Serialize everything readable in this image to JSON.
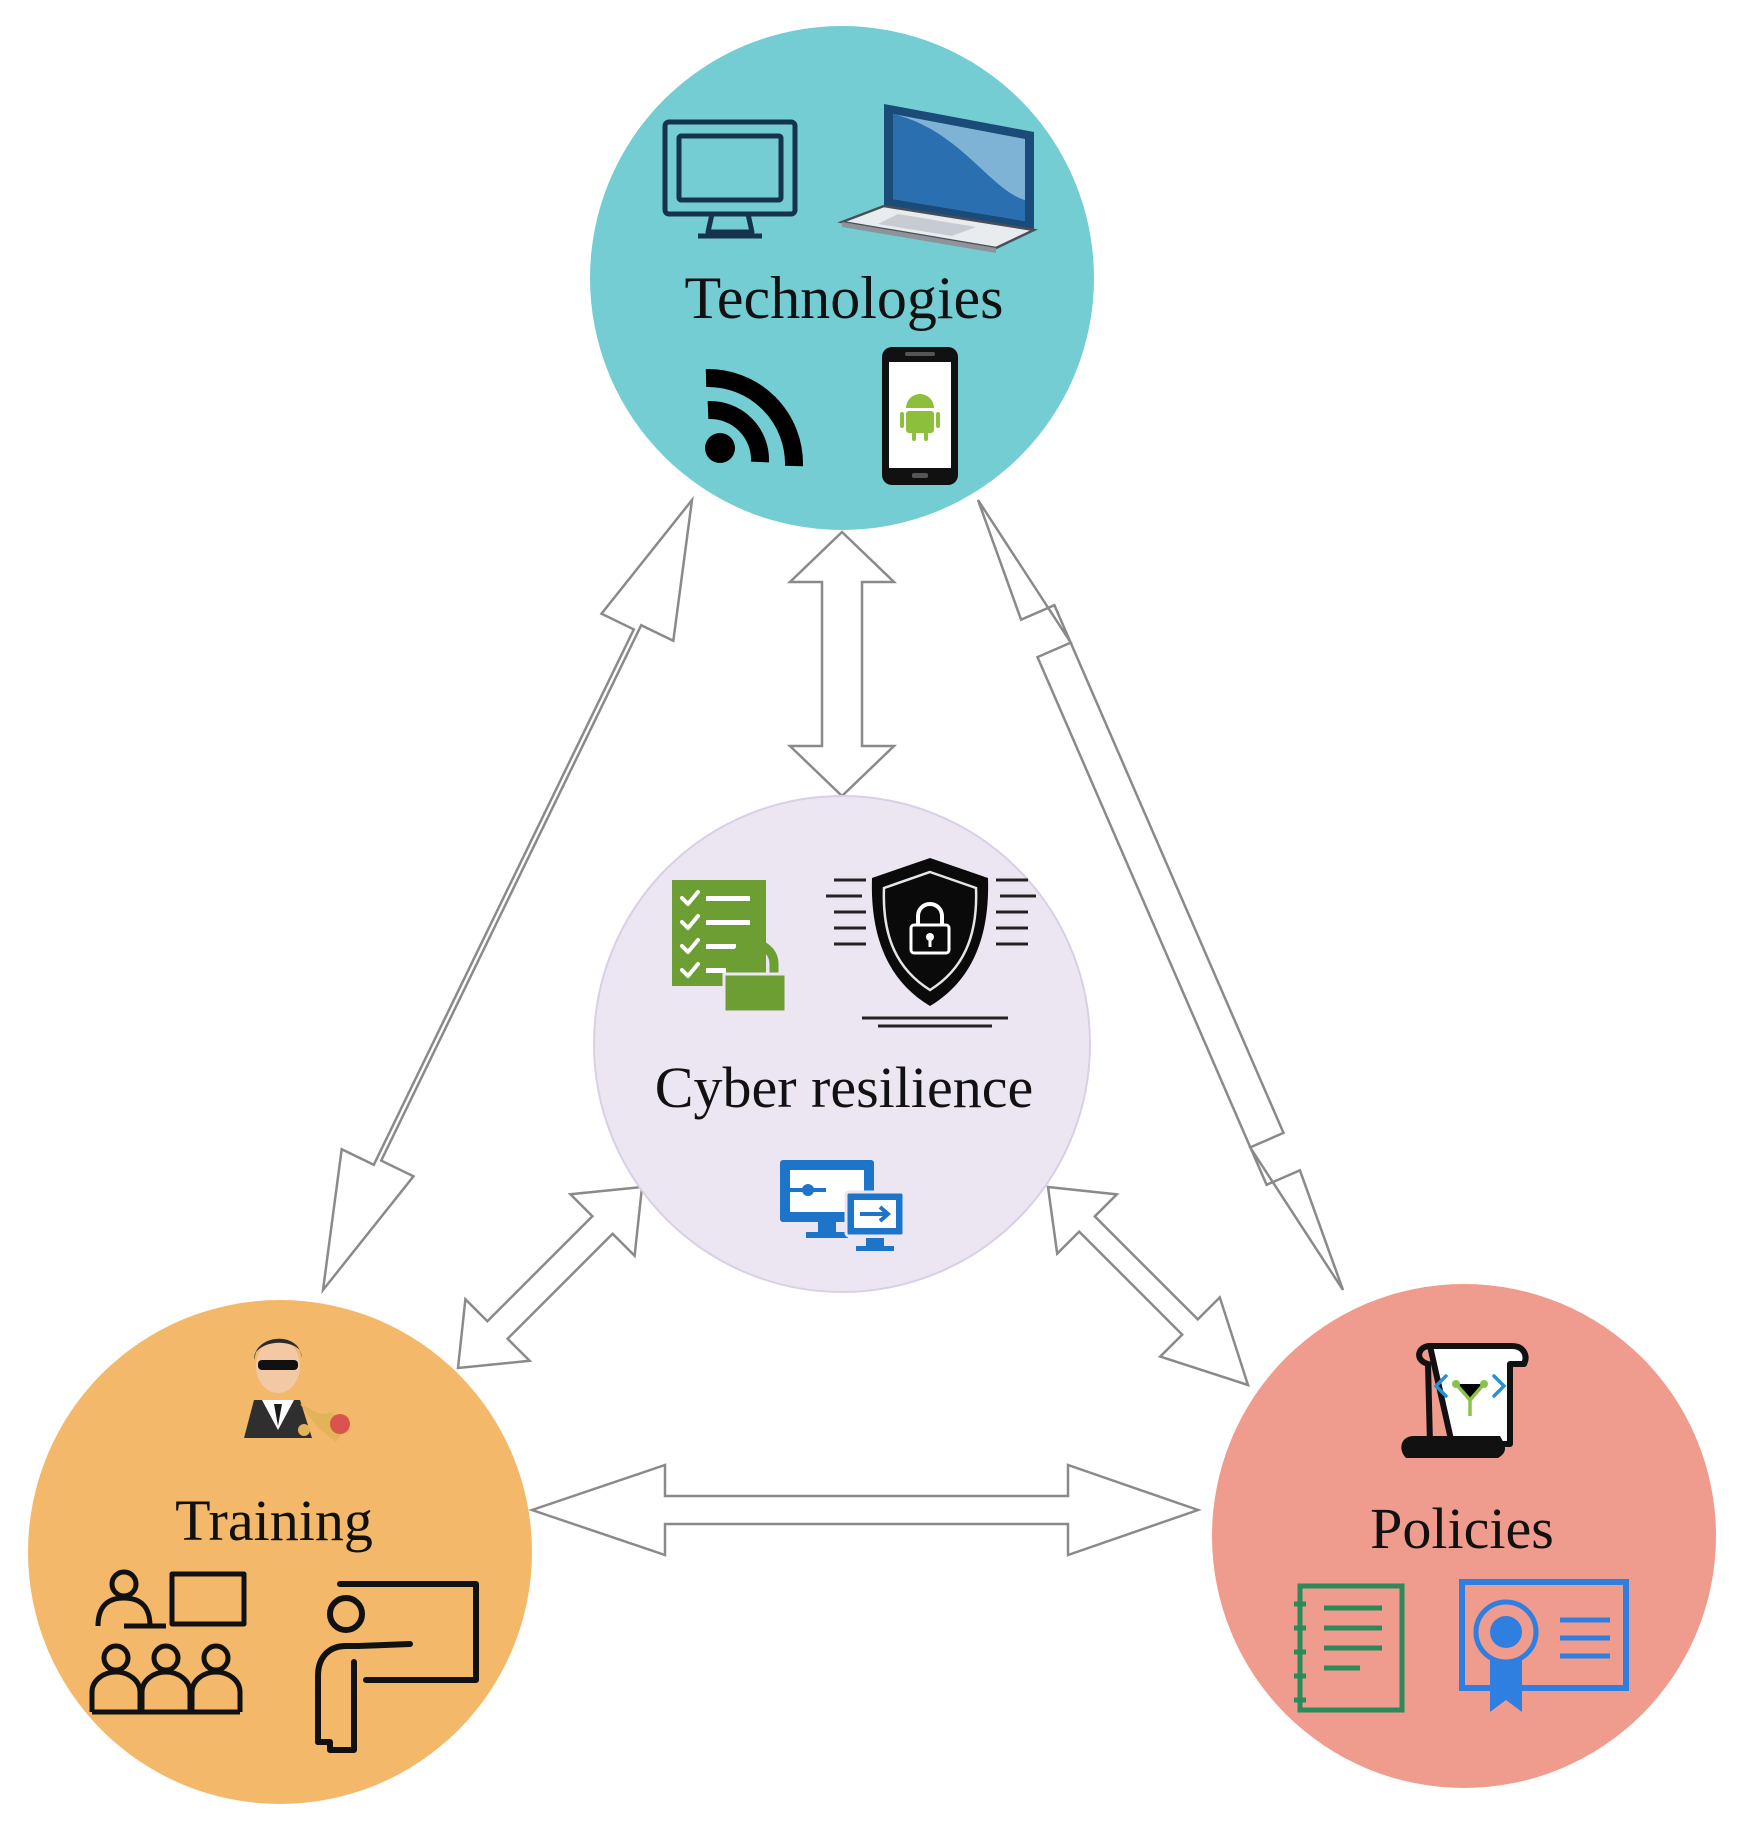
{
  "nodes": {
    "technologies": {
      "label": "Technologies",
      "color": "#74cdd2"
    },
    "cyber": {
      "label": "Cyber resilience",
      "color": "#ece6f2"
    },
    "training": {
      "label": "Training",
      "color": "#f4b86b"
    },
    "policies": {
      "label": "Policies",
      "color": "#ef9b8d"
    }
  },
  "edges": [
    {
      "from": "technologies",
      "to": "training",
      "type": "bidirectional"
    },
    {
      "from": "technologies",
      "to": "cyber",
      "type": "bidirectional"
    },
    {
      "from": "technologies",
      "to": "policies",
      "type": "bidirectional"
    },
    {
      "from": "cyber",
      "to": "training",
      "type": "bidirectional"
    },
    {
      "from": "cyber",
      "to": "policies",
      "type": "bidirectional"
    },
    {
      "from": "training",
      "to": "policies",
      "type": "bidirectional"
    }
  ],
  "icons": {
    "technologies": [
      "desktop-monitor-icon",
      "laptop-icon",
      "wifi-signal-icon",
      "android-phone-icon"
    ],
    "cyber": [
      "checklist-lock-icon",
      "security-shield-icon",
      "remote-desktop-icon"
    ],
    "training": [
      "agent-businessman-icon",
      "group-meeting-icon",
      "presenter-board-icon"
    ],
    "policies": [
      "script-scroll-icon",
      "notebook-icon",
      "certificate-icon"
    ]
  }
}
